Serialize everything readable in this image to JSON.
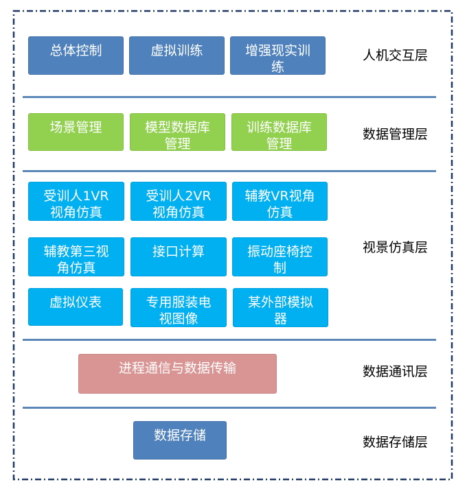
{
  "layers": {
    "hmi": {
      "label": "人机交互层",
      "modules": [
        "总体控制",
        "虚拟训练",
        "增强现实训练"
      ]
    },
    "data_mgmt": {
      "label": "数据管理层",
      "modules": [
        "场景管理",
        "模型数据库管理",
        "训练数据库管理"
      ]
    },
    "visual_sim": {
      "label": "视景仿真层",
      "modules": [
        "受训人1VR视角仿真",
        "受训人2VR视角仿真",
        "辅教VR视角仿真",
        "辅教第三视角仿真",
        "接口计算",
        "振动座椅控制",
        "虚拟仪表",
        "专用服装电视图像",
        "某外部模拟器"
      ]
    },
    "data_comm": {
      "label": "数据通讯层",
      "modules": [
        "进程通信与数据传输"
      ]
    },
    "data_storage": {
      "label": "数据存储层",
      "modules": [
        "数据存储"
      ]
    }
  },
  "colors": {
    "hmi": "#4f81bd",
    "data_mgmt": "#92d050",
    "visual_sim": "#00b0f0",
    "data_comm": "#d99594",
    "data_storage": "#4f81bd",
    "separator": "#5b86b8",
    "frame": "#1f3864"
  }
}
